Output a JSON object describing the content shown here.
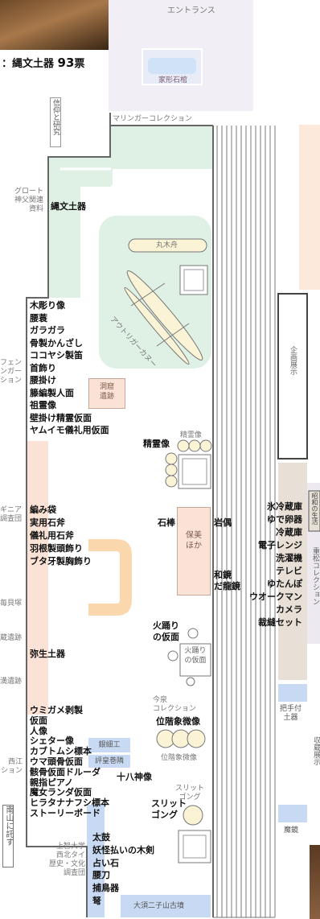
{
  "top": {
    "entrance": "エントランス",
    "house_coffin": "家形石棺",
    "banner_prefix": "：縄文土器",
    "banner_count": "93",
    "banner_suffix": "票"
  },
  "sections": {
    "shinko": "信仰と研究",
    "marinzer": "マリンガーコレクション",
    "grote": "グロート\n神父関連\n資料",
    "kikaku": "企画展示",
    "kanzo": "収蔵展示",
    "nanzan": "南山に託す",
    "left_fence": "フェン\nンガー\nション",
    "left_ginia": "ギニア\n調査団",
    "left_kaizuka": "毎貝塚",
    "left_iseki1": "蔵遺跡",
    "left_iseki2": "満遺跡",
    "left_nishie": "西江\nション",
    "right_shouwa": "昭和の生活",
    "right_matsu": "重松コレクション",
    "jochi": "上智大学\n西北タイ\n歴史・文化\n調査団"
  },
  "rooms": {
    "doukutsu": "洞窟\n遺跡",
    "hozen": "保美\nほか",
    "hiodori_small": "火踊り\nの仮面",
    "ginzaiku": "銀細工",
    "hyokan": "評皇巻隣",
    "kofun": "大須二子山古墳",
    "mirror": "魔鏡",
    "handle_pottery": "把手付\n土器"
  },
  "labels": {
    "jomon": "縄文土器",
    "marukibune": "丸木舟",
    "outrigger": "アウトリガーカヌー",
    "seireizo": "精霊像",
    "seireizo_small": "精霊像",
    "sekibo": "石棒",
    "gangu": "岩偶",
    "wakyo": "和鏡",
    "dakyo": "だ龍鏡",
    "hiodori": "火踊り\nの仮面",
    "yayoi": "弥生土器",
    "imaizumi": "今泉\nコレクション",
    "ikaizo": "位階象微像",
    "ikaizo_small": "位階象微像",
    "juhachi": "十八神像",
    "slit": "スリット\nゴング",
    "slit_small": "スリット\nゴング"
  },
  "list_mokucho": [
    "木彫り像",
    "腰蓑",
    "ガラガラ",
    "骨製かんざし",
    "ココヤシ製笛",
    "首飾り",
    "腰掛け",
    "籐編製人面",
    "祖霊像",
    "壁掛け精霊仮面",
    "ヤムイモ儀礼用仮面"
  ],
  "list_amibukuro": [
    "編み袋",
    "実用石斧",
    "儀礼用石斧",
    "羽根製頭飾り",
    "ブタ牙製胸飾り"
  ],
  "list_umigame": [
    "ウミガメ剥製",
    "仮面",
    "人像",
    "シェター像",
    "カブトムシ標本",
    "ウマ頭骨仮面",
    "骸骨仮面ドルーダ",
    "親指ピアノ",
    "魔女ランダ仮面",
    "ヒラタナナフシ標本",
    "ストーリーボード"
  ],
  "list_taiko": [
    "太鼓",
    "妖怪払いの木剣",
    "占い石",
    "腰刀",
    "捕鳥器",
    "弩"
  ],
  "list_appliances": [
    "氷冷蔵庫",
    "ゆで卵器",
    "冷蔵庫",
    "電子レンジ",
    "洗濯機",
    "テレビ",
    "ゆたんぽ",
    "ウオークマン",
    "カメラ",
    "裁縫セット"
  ],
  "colors": {
    "mint": "#dff0e4",
    "salmon": "#fbe2d6",
    "peach": "#fde9dc",
    "orange_arc": "#fbd7ad",
    "blue": "#c8daf3",
    "beige": "#e8e0d6",
    "lilac": "#f1eef6"
  }
}
